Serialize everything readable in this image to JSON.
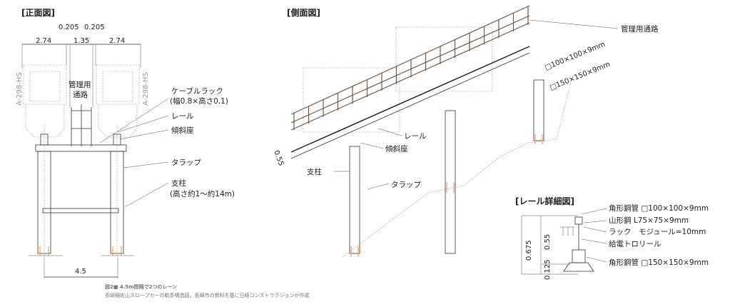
{
  "front_view": {
    "title": "[正面図]",
    "dims": {
      "gap_left": "0.205",
      "gap_right": "0.205",
      "car_left": "2.74",
      "walkway": "1.35",
      "car_right": "2.74",
      "column_spacing": "4.5"
    },
    "car_model": "A-298-HS",
    "walkway_label_1": "管理用",
    "walkway_label_2": "通路",
    "labels": {
      "cable_rack": "ケーブルラック",
      "cable_rack_size": "(幅0.8×高さ0.1)",
      "rail": "レール",
      "tilt_seat": "傾斜座",
      "ladder": "タラップ",
      "column": "支柱",
      "column_height": "(高さ約1～約14m)"
    }
  },
  "side_view": {
    "title": "[側面図]",
    "walkway": "管理用通路",
    "pipe_upper": "□100×100×9mm",
    "pipe_lower": "□150×150×9mm",
    "rail": "レール",
    "tilt_seat": "傾斜座",
    "dim": "0.55",
    "column": "支柱",
    "ladder": "タラップ"
  },
  "rail_detail": {
    "title": "[レール詳細図]",
    "labels": [
      "角形鋼管 □100×100×9mm",
      "山形鋼 L75×75×9mm",
      "ラック　モジュール=10mm",
      "給電トロリール",
      "角形鋼管 □150×150×9mm"
    ],
    "dims": {
      "total": "0.675",
      "upper": "0.55",
      "lower": "0.125"
    }
  },
  "caption": {
    "line1": "図2■ 4.5m間隔で2つのレーン",
    "line2": "長崎稲佐山スロープカーの軌条構造図。長崎市の資料を基に日経コンストラクションが作成"
  },
  "colors": {
    "rail": "#6b5a4e",
    "anchor": "#e8a070",
    "marker": "#4fb3d9"
  }
}
